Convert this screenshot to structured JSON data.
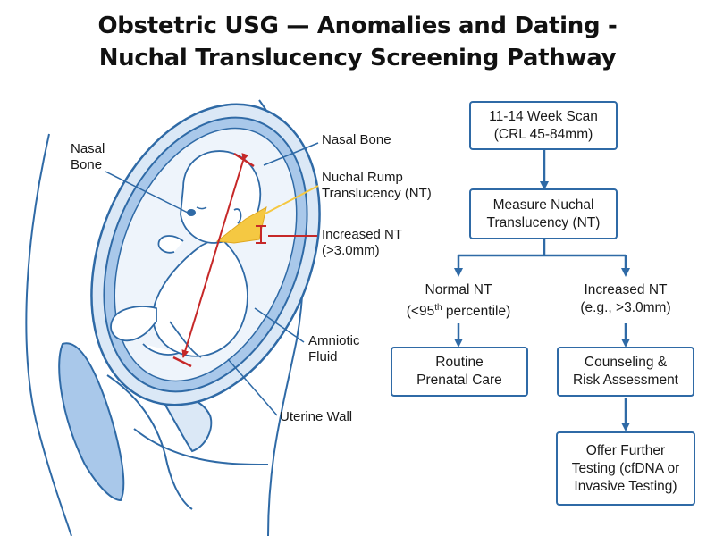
{
  "title": {
    "line1": "Obstetric USG — Anomalies and Dating -",
    "line2": "Nuchal Translucency Screening Pathway"
  },
  "illustration": {
    "labels": {
      "nasal_bone_left_1": "Nasal",
      "nasal_bone_left_2": "Bone",
      "nasal_bone_right": "Nasal Bone",
      "nuchal_rump_1": "Nuchal Rump",
      "nuchal_rump_2": "Translucency (NT)",
      "increased_nt_1": "Increased NT",
      "increased_nt_2": "(>3.0mm)",
      "amniotic_1": "Amniotic",
      "amniotic_2": "Fluid",
      "uterine_wall": "Uterine Wall"
    },
    "colors": {
      "outline": "#2f6aa6",
      "fill_light": "#dbe8f6",
      "fill_mid": "#a9c8ea",
      "measure_red": "#c62828",
      "nt_yellow": "#f5c842"
    }
  },
  "flowchart": {
    "scan": "11-14 Week Scan\n(CRL 45-84mm)",
    "measure": "Measure Nuchal\nTranslucency (NT)",
    "normal_1": "Normal NT",
    "normal_2_pre": "(<95",
    "normal_2_sup": "th",
    "normal_2_post": " percentile)",
    "increased_1": "Increased NT",
    "increased_2": "(e.g., >3.0mm)",
    "routine": "Routine\nPrenatal Care",
    "counseling": "Counseling &\nRisk Assessment",
    "further": "Offer Further\nTesting (cfDNA or\nInvasive Testing)",
    "colors": {
      "box_border": "#2f6aa6",
      "arrow": "#2f6aa6"
    }
  }
}
